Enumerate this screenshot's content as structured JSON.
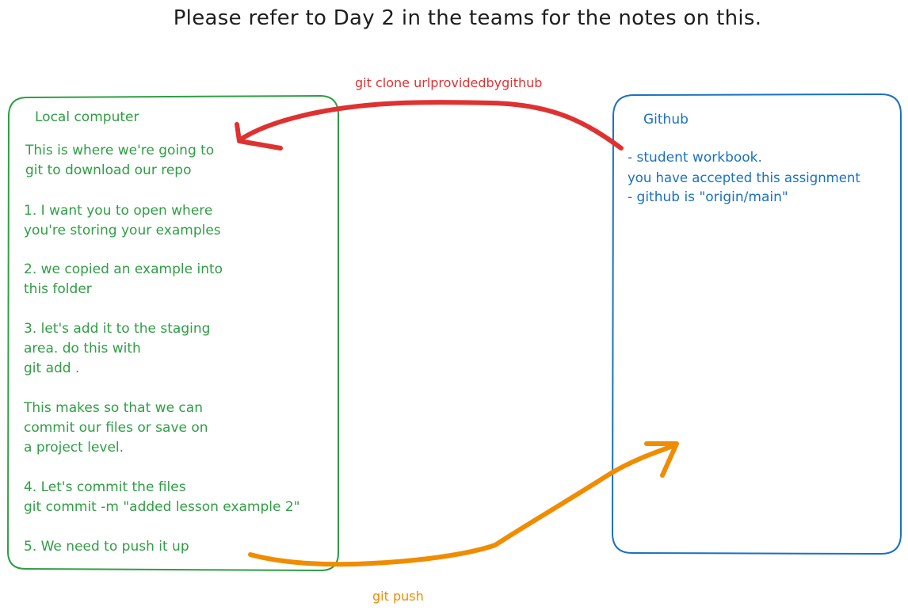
{
  "title": "Please refer to Day 2 in the teams for the notes on this.",
  "local": {
    "heading": "Local computer",
    "paragraphs": [
      "This is where we're going to\ngit to download our repo",
      "1. I want you to open where\nyou're storing your examples",
      "2. we copied an example into\nthis folder",
      "3. let's add it to the staging\narea. do this with\ngit add .",
      "This makes so that we can\ncommit our files or save on\na project level.",
      "4. Let's commit the files\ngit commit -m \"added lesson example 2\"",
      "5. We need to push it up"
    ]
  },
  "github": {
    "heading": "Github",
    "lines": [
      "- student workbook.",
      "you have accepted this assignment",
      "- github is \"origin/main\""
    ]
  },
  "arrows": {
    "clone_label": "git clone urlprovidedbygithub",
    "push_label": "git push"
  },
  "colors": {
    "green": "#2f9e44",
    "blue": "#1971c2",
    "red": "#e03131",
    "orange": "#f08c00",
    "text": "#1e1e1e"
  }
}
